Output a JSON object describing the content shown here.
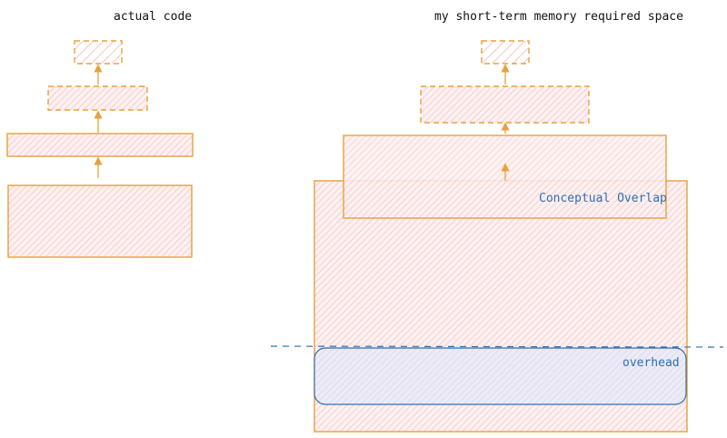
{
  "titles": {
    "left": "actual code",
    "right": "my short-term memory required space"
  },
  "labels": {
    "conceptual_overlap": "Conceptual Overlap",
    "overhead": "overhead"
  },
  "colors": {
    "stroke_orange": "#e8a13a",
    "fill_pink": "#fbe3e3",
    "fill_hatch": "#f4b6b6",
    "overhead_fill": "#e4e2f2",
    "blue": "#2f6fb3",
    "text": "#111111"
  }
}
